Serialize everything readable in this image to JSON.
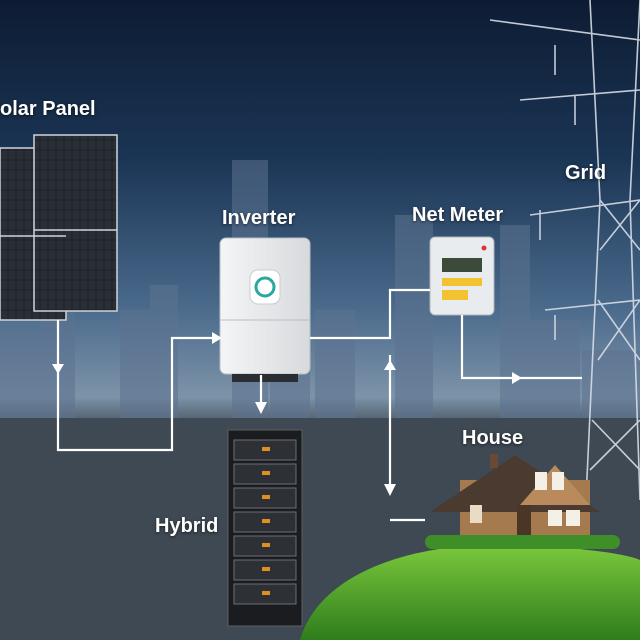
{
  "labels": {
    "solar_panel": "olar Panel",
    "inverter": "Inverter",
    "net_meter": "Net Meter",
    "grid": "Grid",
    "house": "House",
    "hybrid": "Hybrid"
  },
  "colors": {
    "flow_line": "#ffffff",
    "grass": "#4caf2a",
    "sky_top": "#0d1c33"
  }
}
